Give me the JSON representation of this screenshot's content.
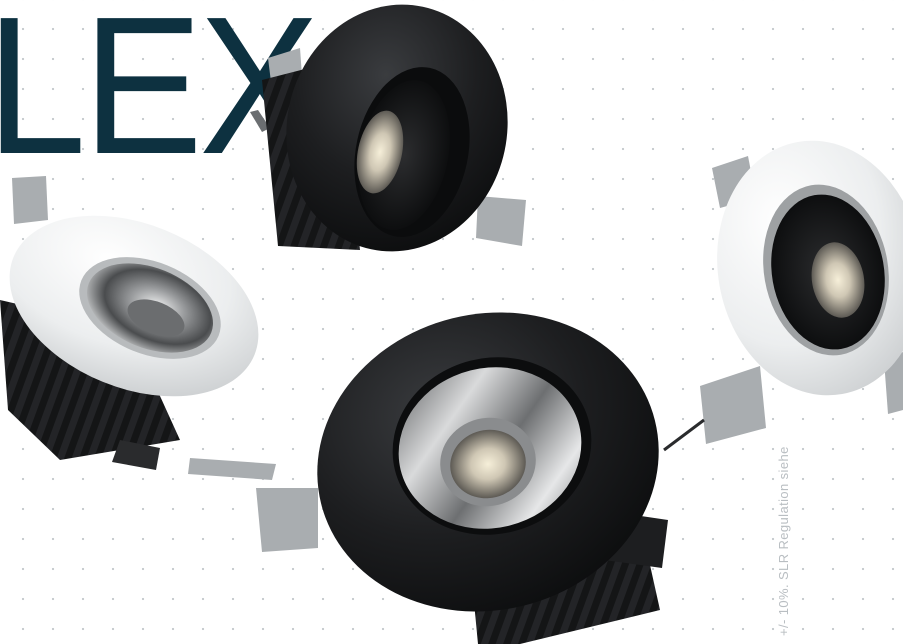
{
  "brand": {
    "word": "LEX"
  },
  "side_note": {
    "text": "+/- 10%. SLR Regulation siehe"
  },
  "products": [
    {
      "finish": "black",
      "reflector": "black"
    },
    {
      "finish": "white",
      "reflector": "chrome"
    },
    {
      "finish": "black",
      "reflector": "chrome"
    },
    {
      "finish": "white",
      "reflector": "black"
    }
  ],
  "colors": {
    "brand_text": "#0d3140",
    "dot_grid": "#c9cdd0",
    "side_note": "#b9bec2",
    "black_bezel": "#1b1c1e",
    "white_bezel": "#e9ebec",
    "heatsink": "#141516",
    "clip": "#a9adb0"
  }
}
